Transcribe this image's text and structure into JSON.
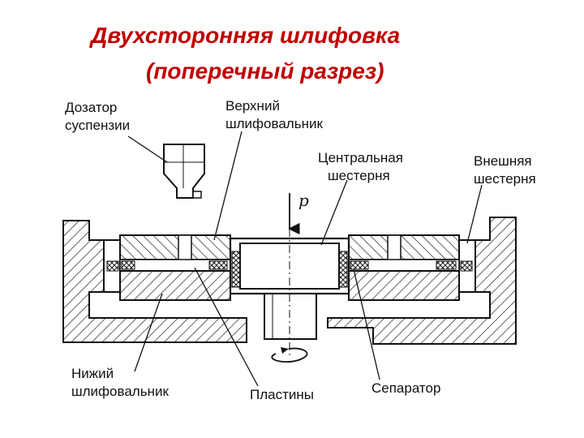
{
  "title": {
    "line1": "Двухсторонняя шлифовка",
    "line2": "(поперечный разрез)",
    "color": "#c00000"
  },
  "labels": {
    "dosator_1": "Дозатор",
    "dosator_2": "суспензии",
    "upper_1": "Верхний",
    "upper_2": "шлифовальник",
    "central_1": "Центральная",
    "central_2": "шестерня",
    "outer_1": "Внешняя",
    "outer_2": "шестерня",
    "force": "p",
    "lower_1": "Нижий",
    "lower_2": "шлифовальник",
    "plates": "Пластины",
    "separator": "Сепаратор"
  }
}
